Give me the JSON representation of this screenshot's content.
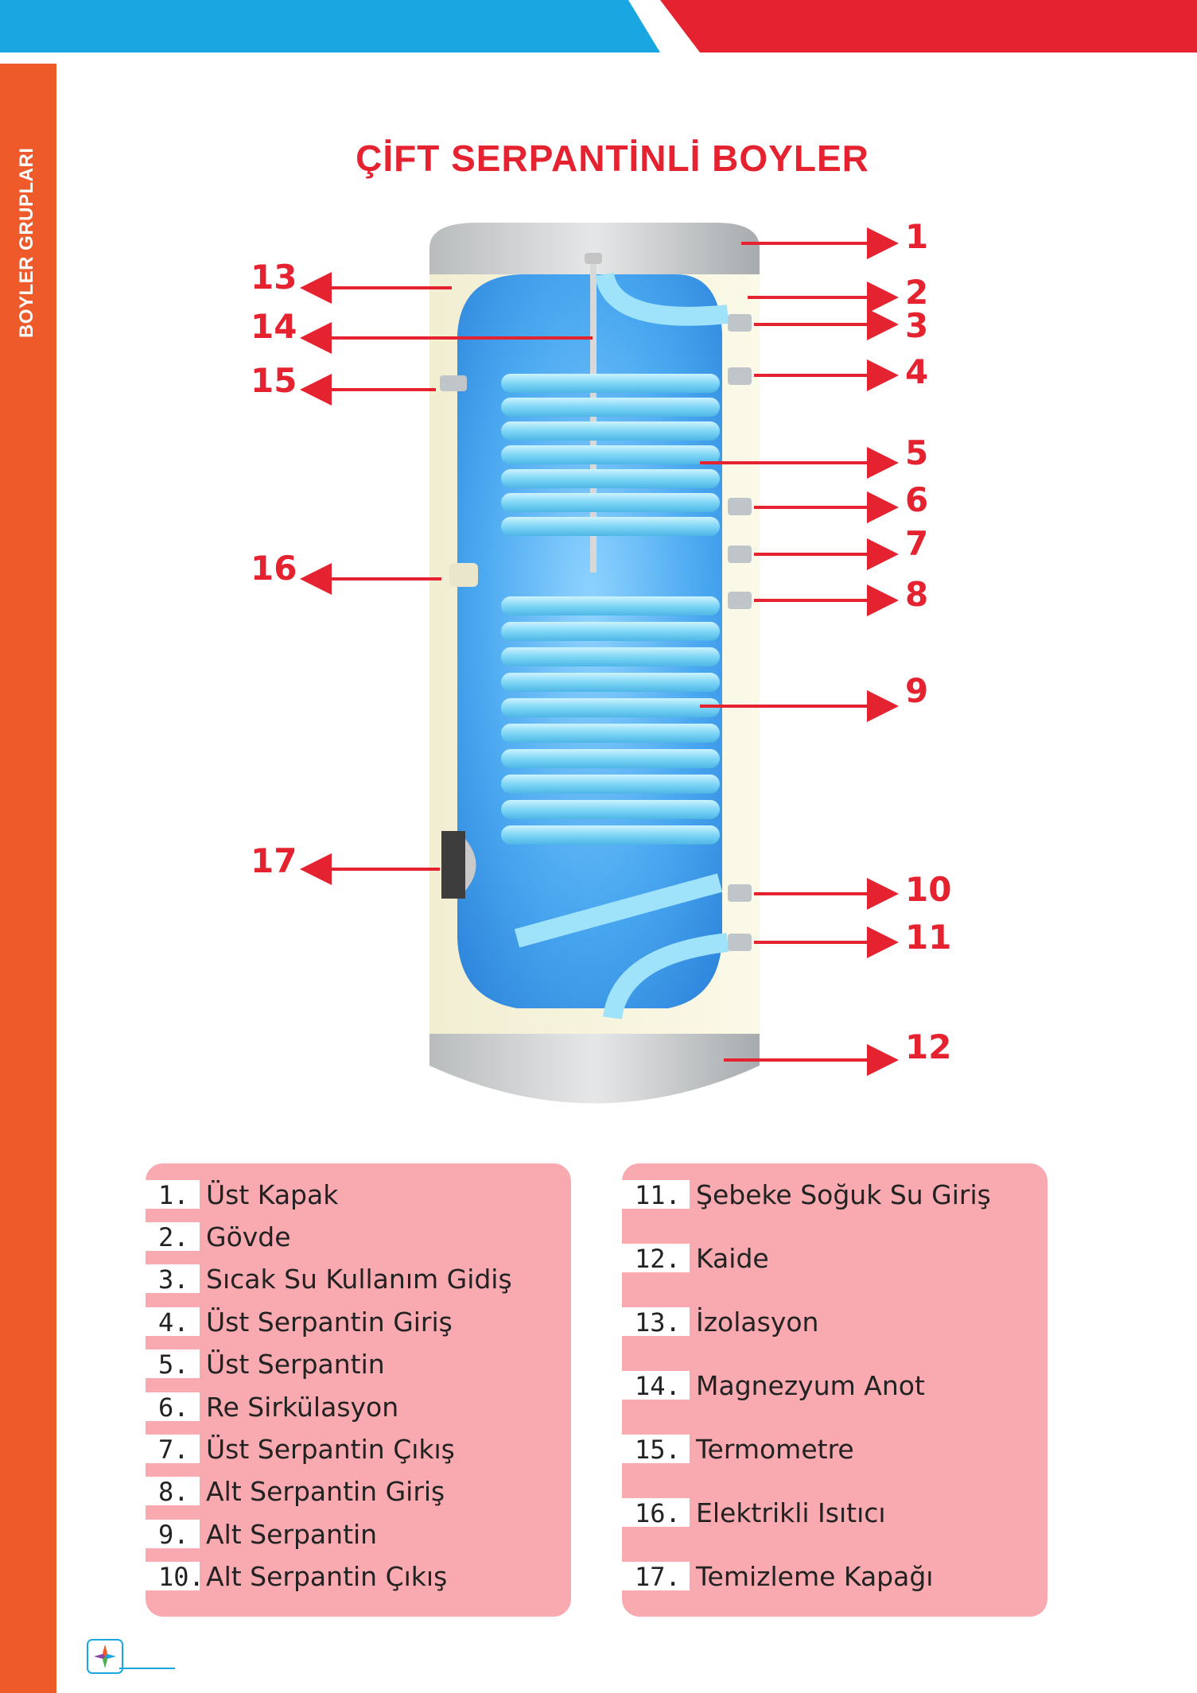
{
  "header": {
    "side_label": "BOYLER GRUPLARI",
    "title": "ÇİFT SERPANTİNLİ BOYLER"
  },
  "callouts": [
    {
      "id": "1",
      "side": "right"
    },
    {
      "id": "2",
      "side": "right"
    },
    {
      "id": "3",
      "side": "right"
    },
    {
      "id": "4",
      "side": "right"
    },
    {
      "id": "5",
      "side": "right"
    },
    {
      "id": "6",
      "side": "right"
    },
    {
      "id": "7",
      "side": "right"
    },
    {
      "id": "8",
      "side": "right"
    },
    {
      "id": "9",
      "side": "right"
    },
    {
      "id": "10",
      "side": "right"
    },
    {
      "id": "11",
      "side": "right"
    },
    {
      "id": "12",
      "side": "right"
    },
    {
      "id": "13",
      "side": "left"
    },
    {
      "id": "14",
      "side": "left"
    },
    {
      "id": "15",
      "side": "left"
    },
    {
      "id": "16",
      "side": "left"
    },
    {
      "id": "17",
      "side": "left"
    }
  ],
  "legend_left": [
    {
      "num": "1.",
      "label": "Üst Kapak"
    },
    {
      "num": "2.",
      "label": "Gövde"
    },
    {
      "num": "3.",
      "label": "Sıcak Su Kullanım Gidiş"
    },
    {
      "num": "4.",
      "label": "Üst Serpantin Giriş"
    },
    {
      "num": "5.",
      "label": "Üst Serpantin"
    },
    {
      "num": "6.",
      "label": "Re Sirkülasyon"
    },
    {
      "num": "7.",
      "label": "Üst Serpantin Çıkış"
    },
    {
      "num": "8.",
      "label": "Alt Serpantin Giriş"
    },
    {
      "num": "9.",
      "label": "Alt Serpantin"
    },
    {
      "num": "10.",
      "label": "Alt Serpantin Çıkış"
    }
  ],
  "legend_right": [
    {
      "num": "11.",
      "label": "Şebeke Soğuk Su Giriş"
    },
    {
      "num": "12.",
      "label": "Kaide"
    },
    {
      "num": "13.",
      "label": "İzolasyon"
    },
    {
      "num": "14.",
      "label": "Magnezyum Anot"
    },
    {
      "num": "15.",
      "label": "Termometre"
    },
    {
      "num": "16.",
      "label": "Elektrikli Isıtıcı"
    },
    {
      "num": "17.",
      "label": "Temizleme Kapağı"
    }
  ],
  "colors": {
    "accent_red": "#e52330",
    "accent_blue": "#1aa6e0",
    "sidebar_orange": "#ee5a2a",
    "legend_pink": "#f8aab0"
  }
}
